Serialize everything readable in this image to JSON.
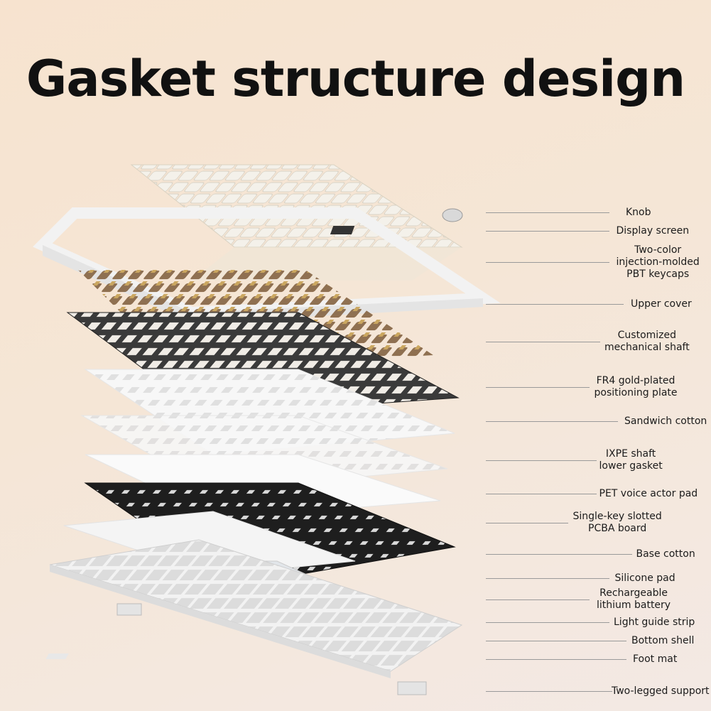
{
  "title": "Gasket structure design",
  "components": [
    {
      "label": "Knob"
    },
    {
      "label": "Display screen"
    },
    {
      "label": "Two-color\ninjection-molded\nPBT keycaps"
    },
    {
      "label": "Upper cover"
    },
    {
      "label": "Customized\nmechanical shaft"
    },
    {
      "label": "FR4 gold-plated\npositioning plate"
    },
    {
      "label": "Sandwich cotton"
    },
    {
      "label": "IXPE shaft\nlower gasket"
    },
    {
      "label": "PET voice actor pad"
    },
    {
      "label": "Single-key slotted\nPCBA board"
    },
    {
      "label": "Base cotton"
    },
    {
      "label": "Silicone pad"
    },
    {
      "label": "Rechargeable\nlithium battery"
    },
    {
      "label": "Light guide strip"
    },
    {
      "label": "Bottom shell"
    },
    {
      "label": "Foot mat"
    },
    {
      "label": "Two-legged support"
    }
  ]
}
